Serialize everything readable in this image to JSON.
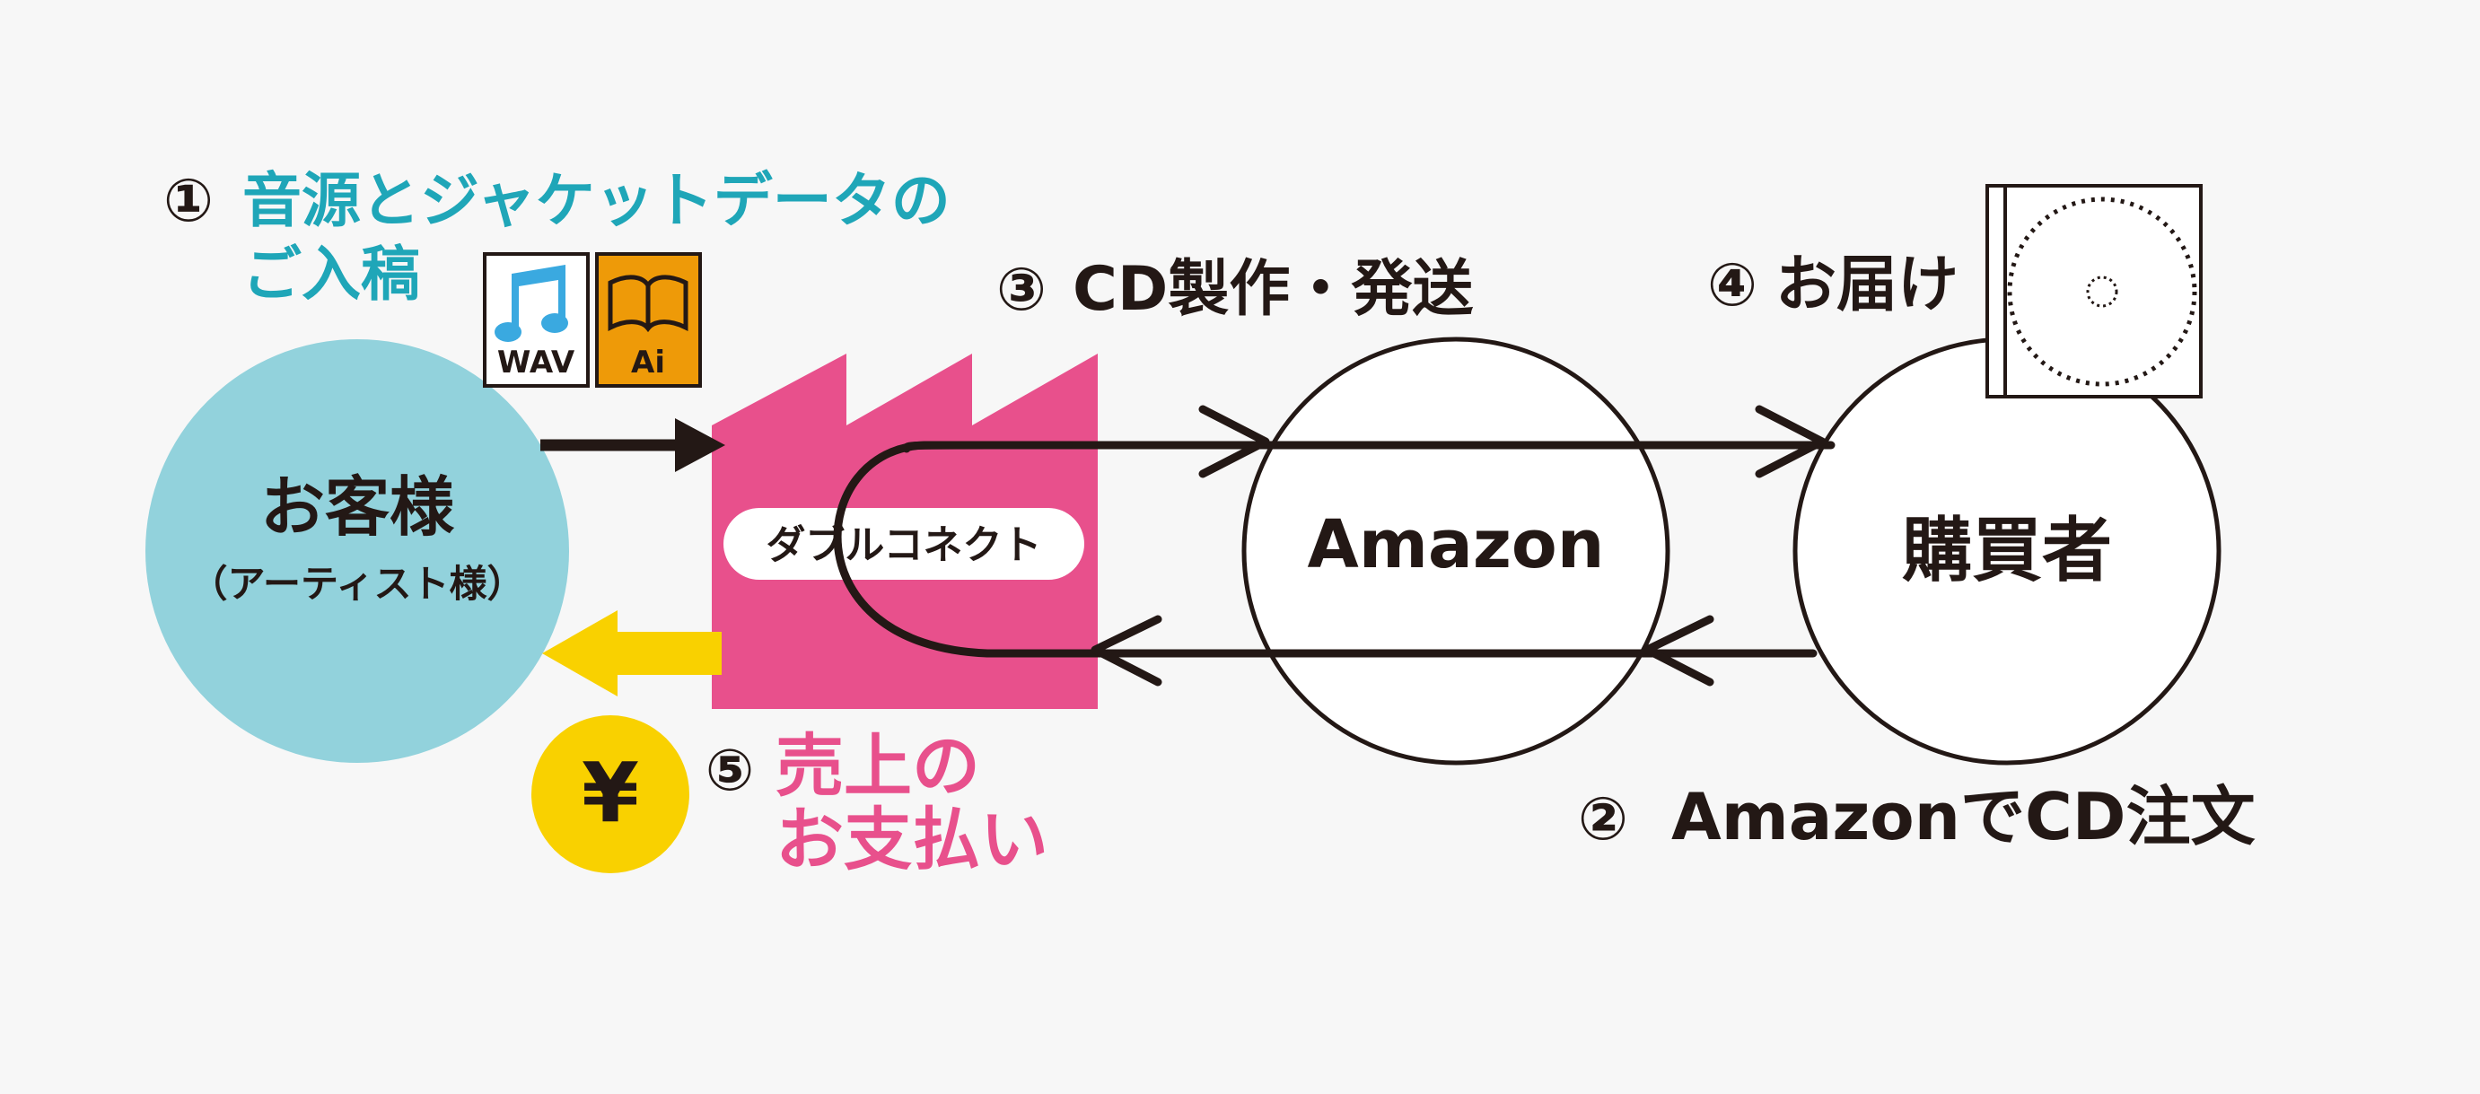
{
  "colors": {
    "background": "#f7f7f7",
    "customer": "#92d2dc",
    "factory": "#e8508c",
    "teal_text": "#1fa6b8",
    "pink_text": "#e8508c",
    "yellow": "#f9d100",
    "orange": "#ee9a08",
    "dark": "#231815"
  },
  "steps": {
    "s1_num": "①",
    "s1_line1": "音源とジャケットデータの",
    "s1_line2": "ご入稿",
    "s2_num": "②",
    "s2_text": "AmazonでCD注文",
    "s3_num": "③",
    "s3_text": "CD製作・発送",
    "s4_num": "④",
    "s4_text": "お届け",
    "s5_num": "⑤",
    "s5_line1": "売上の",
    "s5_line2": "お支払い"
  },
  "nodes": {
    "customer_name": "お客様",
    "customer_sub": "（アーティスト様）",
    "factory_label": "ダブルコネクト",
    "amazon": "Amazon",
    "buyer": "購買者"
  },
  "icons": {
    "wav_label": "WAV",
    "ai_label": "Ai",
    "yen_label": "¥",
    "wav_icon": "music-note-icon",
    "ai_icon": "open-book-icon",
    "cd_icon": "cd-case-icon"
  }
}
